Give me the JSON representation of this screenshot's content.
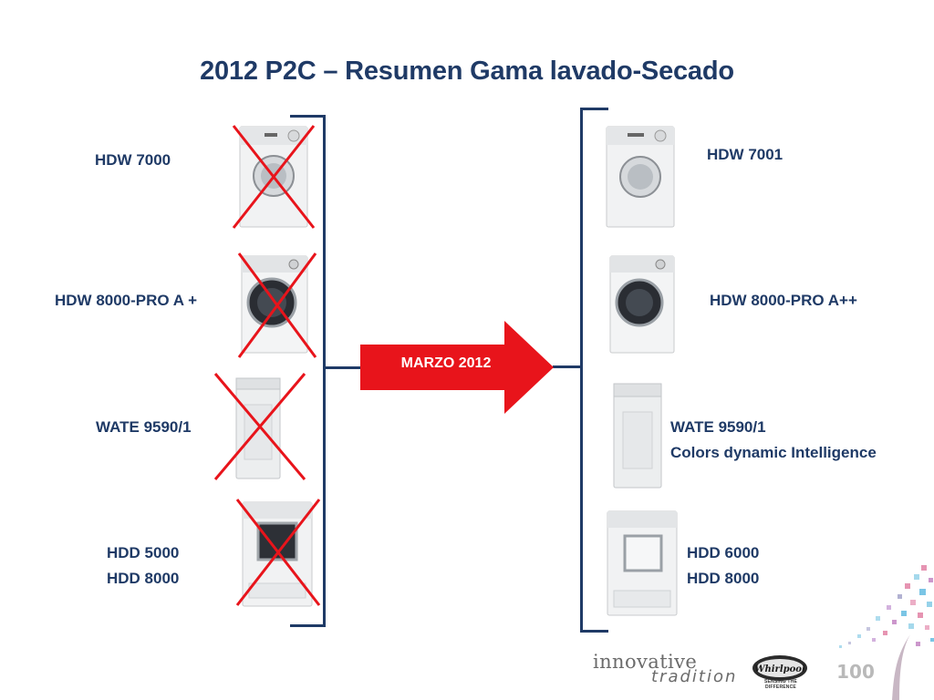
{
  "slide": {
    "title": "2012 P2C – Resumen Gama lavado-Secado"
  },
  "left_column": [
    {
      "lines": [
        "HDW 7000"
      ],
      "type": "front-washer-small",
      "discontinued": true
    },
    {
      "lines": [
        "HDW 8000-PRO A +"
      ],
      "type": "front-washer-large",
      "discontinued": true
    },
    {
      "lines": [
        "WATE 9590/1"
      ],
      "type": "top-loader",
      "discontinued": true
    },
    {
      "lines": [
        "HDD 5000",
        "HDD 8000"
      ],
      "type": "dryer",
      "discontinued": true
    }
  ],
  "right_column": [
    {
      "lines": [
        "HDW 7001"
      ],
      "type": "front-washer-small"
    },
    {
      "lines": [
        "HDW 8000-PRO A++"
      ],
      "type": "front-washer-large"
    },
    {
      "lines": [
        "WATE 9590/1",
        "Colors dynamic Intelligence"
      ],
      "type": "top-loader"
    },
    {
      "lines": [
        "HDD 6000",
        "HDD 8000"
      ],
      "type": "dryer"
    }
  ],
  "arrow": {
    "label": "MARZO 2012",
    "color": "#e8141b"
  },
  "colors": {
    "title": "#1f3a66",
    "bracket": "#1f3a66",
    "cross": "#e8141b"
  },
  "footer": {
    "brand_line1": "innovative",
    "brand_line2": "tradition",
    "whirlpool_logo_text": "Whirlpool",
    "whirlpool_tagline": "SENSING THE DIFFERENCE",
    "anniversary_text": "100"
  },
  "icons": [
    "red-x-cross-icon",
    "right-arrow-icon",
    "whirlpool-logo",
    "anniversary-100-logo",
    "decorative-tree"
  ]
}
